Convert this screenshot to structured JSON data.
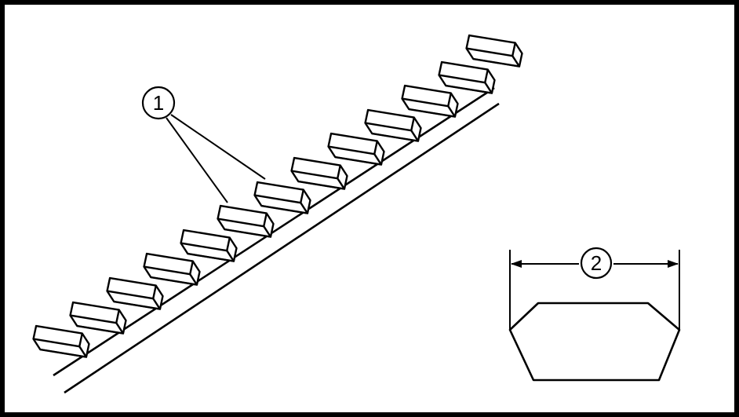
{
  "figure": {
    "colors": {
      "ink": "#000000",
      "paper": "#ffffff"
    },
    "callouts": [
      {
        "id": "belt-teeth",
        "label": "1"
      },
      {
        "id": "tooth-width",
        "label": "2"
      }
    ]
  }
}
